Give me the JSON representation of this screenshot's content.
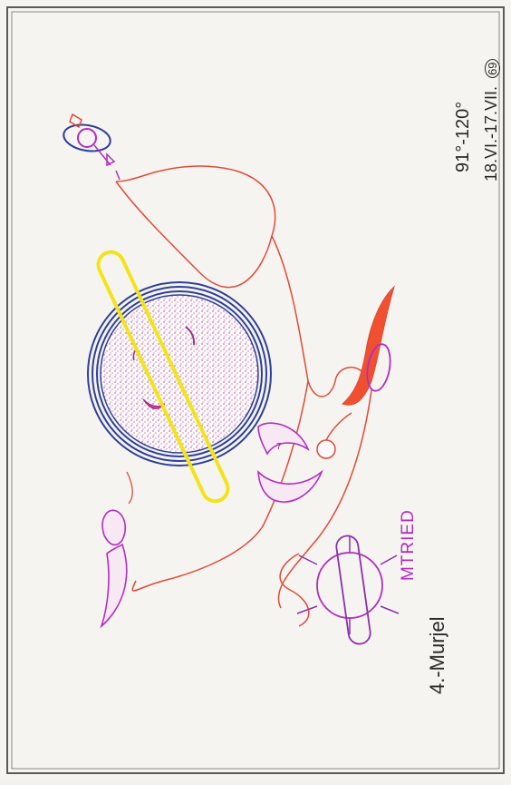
{
  "drawing": {
    "title_label": "4.-Murjel",
    "degree_range": "91°-120°",
    "date_range": "18.VI.-17.VII.",
    "year_mark": "69",
    "bottom_label": "MTRIED"
  },
  "colors": {
    "frame": "#4a4a4a",
    "red_line": "#e04a38",
    "blue_ring": "#2e3f9a",
    "yellow_bar": "#f3e31b",
    "magenta": "#b02ec0",
    "red_fill": "#f05030",
    "text": "#2a2a2a"
  }
}
